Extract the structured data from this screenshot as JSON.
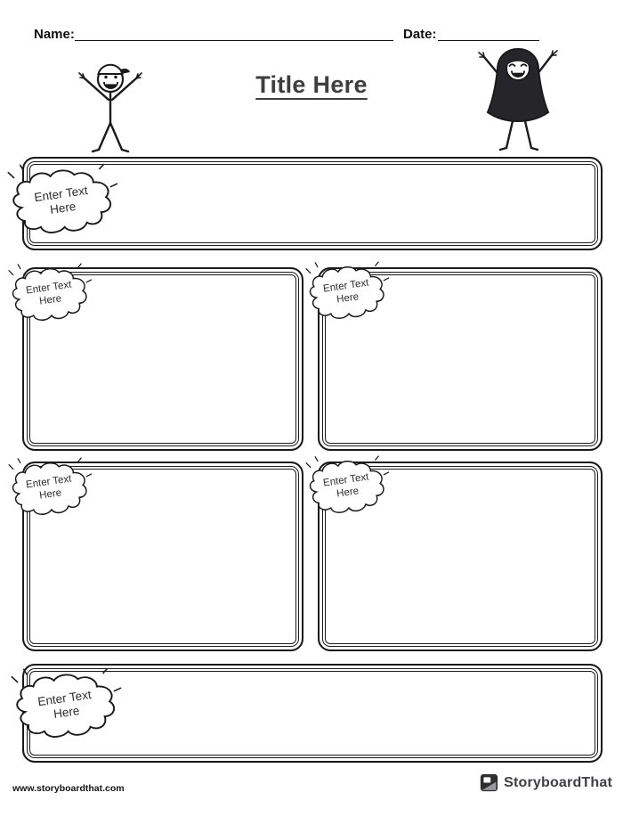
{
  "header": {
    "name_label": "Name:",
    "date_label": "Date:"
  },
  "title": "Title Here",
  "cloud": {
    "text": "Enter Text Here"
  },
  "footer": {
    "website": "www.storyboardthat.com",
    "brand": "StoryboardThat"
  },
  "colors": {
    "ink": "#1a1a1a"
  }
}
